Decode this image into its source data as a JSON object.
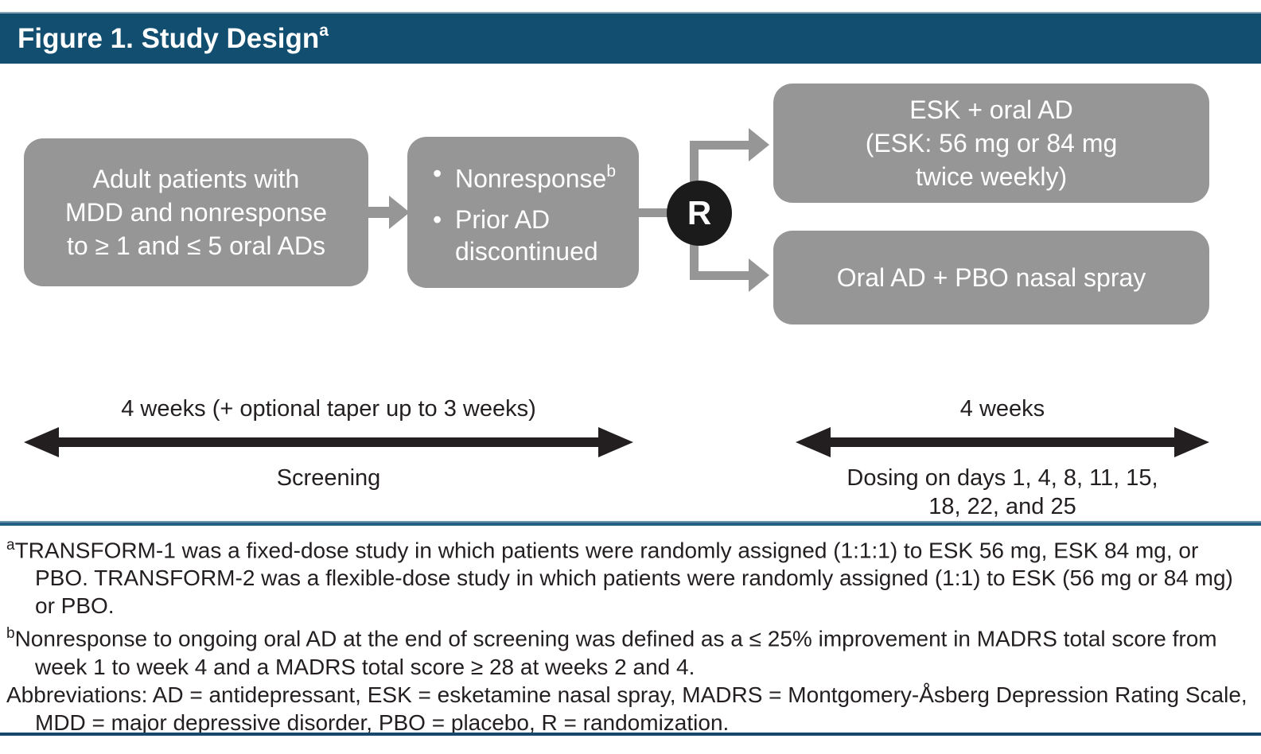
{
  "title": {
    "text": "Figure 1. Study Design",
    "superscript": "a"
  },
  "colors": {
    "header_bg": "#124E70",
    "box_gray": "#969696",
    "circle_black": "#1B1B1B",
    "text_dark": "#231F20",
    "divider_blue": "#236083",
    "bottom_rule": "#17476B"
  },
  "flow": {
    "patients_box": "Adult patients with\nMDD and nonresponse\nto ≥ 1 and ≤ 5 oral ADs",
    "criteria_box": {
      "bullet_marker": "•",
      "bullet1_text": "Nonresponse",
      "bullet1_sup": "b",
      "bullet2_text": "Prior AD discontinued"
    },
    "randomization_label": "R",
    "arm1_box": "ESK + oral AD\n(ESK: 56 mg or 84 mg\ntwice weekly)",
    "arm2_box": "Oral AD + PBO nasal spray"
  },
  "timelines": {
    "screening": {
      "duration": "4 weeks (+ optional taper up to 3 weeks)",
      "phase": "Screening"
    },
    "treatment": {
      "duration": "4 weeks",
      "phase": "Dosing on days 1, 4, 8, 11, 15,\n18, 22, and 25"
    }
  },
  "footnotes": {
    "fn_a": {
      "sup": "a",
      "text": "TRANSFORM-1 was a fixed-dose study in which patients were randomly assigned (1:1:1) to ESK 56 mg, ESK 84 mg, or PBO. TRANSFORM-2 was a flexible-dose study in which patients were randomly assigned (1:1) to ESK (56 mg or 84 mg) or PBO."
    },
    "fn_b": {
      "sup": "b",
      "text": "Nonresponse to ongoing oral AD at the end of screening was defined as a ≤ 25% improvement in MADRS total score from week 1 to week 4 and a MADRS total score ≥ 28 at weeks 2 and 4."
    },
    "abbreviations": "Abbreviations: AD = antidepressant, ESK = esketamine nasal spray, MADRS = Montgomery-Åsberg Depression Rating Scale, MDD = major depressive disorder, PBO = placebo, R = randomization."
  }
}
